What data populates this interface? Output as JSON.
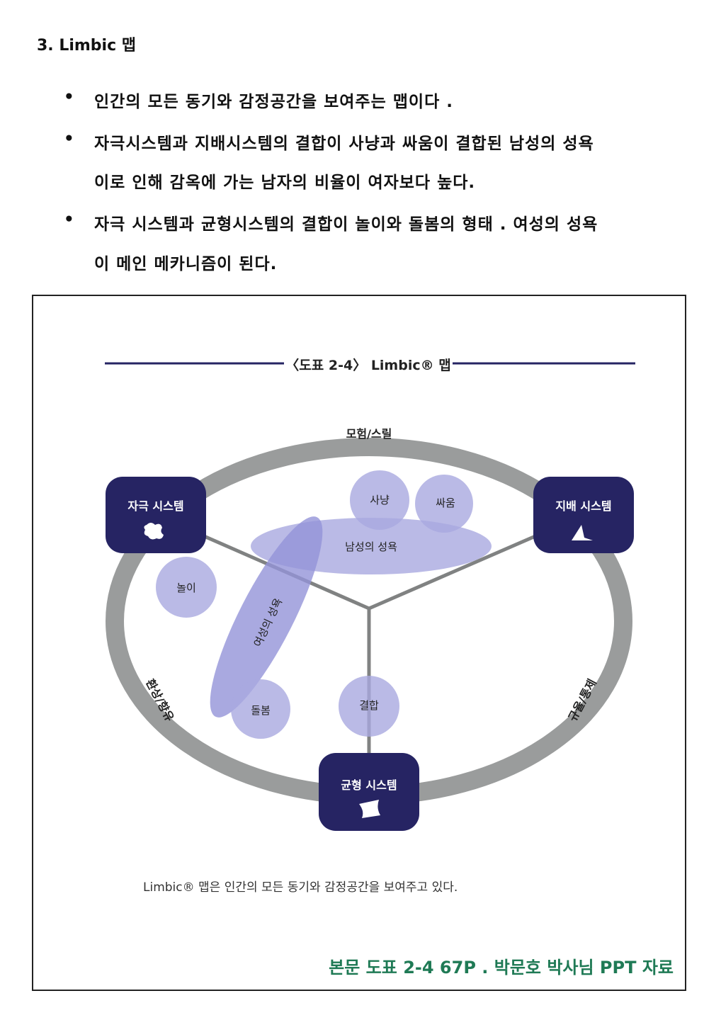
{
  "heading": "3. Limbic 맵",
  "bullets": [
    {
      "lines": [
        "인간의 모든 동기와 감정공간을 보여주는 맵이다 ."
      ]
    },
    {
      "lines": [
        "자극시스템과 지배시스템의 결합이 사냥과 싸움이 결합된 남성의 성욕",
        "이로 인해 감옥에 가는 남자의 비율이 여자보다 높다."
      ]
    },
    {
      "lines": [
        "자극 시스템과 균형시스템의 결합이 놀이와 돌봄의 형태 . 여성의 성욕",
        "이 메인 메카니즘이 된다."
      ]
    }
  ],
  "bullet_symbol": "•",
  "figure": {
    "title": "〈도표 2-4〉 Limbic® 맵",
    "ring_labels": {
      "top": "모험/스릴",
      "left": "환상/향유",
      "right": "규율/통제"
    },
    "systems": {
      "stimulus": "자극 시스템",
      "dominance": "지배 시스템",
      "balance": "균형 시스템"
    },
    "bubbles": {
      "hunting": "사냥",
      "fighting": "싸움",
      "male_desire": "남성의 성욕",
      "play": "놀이",
      "female_desire": "여성의 성욕",
      "care": "돌봄",
      "bonding": "결합"
    },
    "caption": "Limbic® 맵은 인간의 모든 동기와 감정공간을 보여주고 있다.",
    "source": "본문 도표 2-4  67P . 박문호 박사님 PPT 자료"
  },
  "colors": {
    "navy": "#262463",
    "ring": "#9a9c9c",
    "bubble": "#a9a9e0",
    "source": "#1f7a55"
  }
}
